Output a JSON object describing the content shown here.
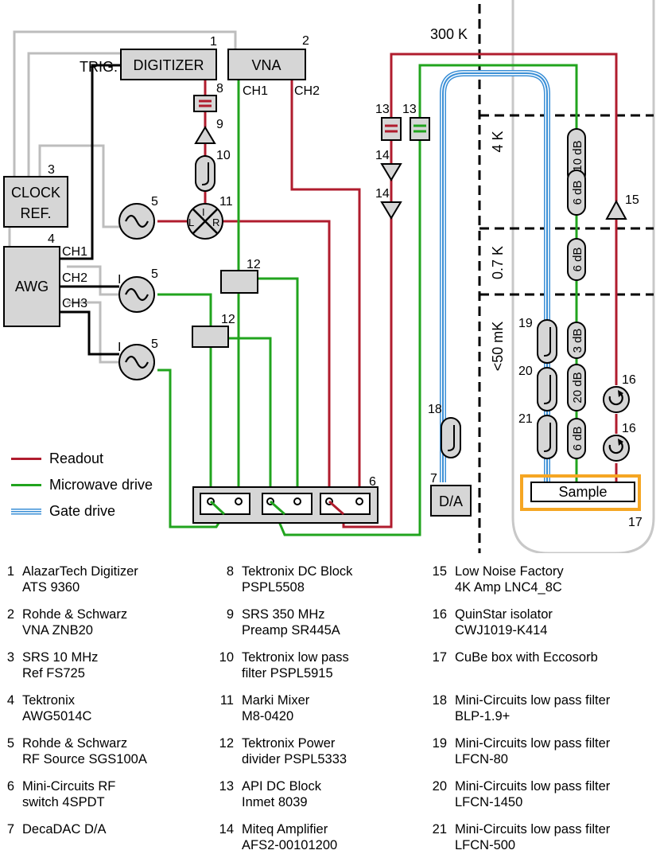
{
  "temperature_stages": [
    "300 K",
    "4 K",
    "0.7 K",
    "<50 mK"
  ],
  "instrument_labels": {
    "digitizer": "DIGITIZER",
    "vna": "VNA",
    "clock": "CLOCK\nREF.",
    "awg": "AWG",
    "dac": "D/A",
    "sample": "Sample"
  },
  "port_labels": {
    "trig": "TRIG.",
    "vna_ch1": "CH1",
    "vna_ch2": "CH2",
    "awg_ch1": "CH1",
    "awg_ch2": "CH2",
    "awg_ch3": "CH3",
    "iq_i": "I",
    "mixer_l": "L",
    "mixer_i": "I",
    "mixer_r": "R"
  },
  "attenuators": [
    "10 dB",
    "6 dB",
    "6 dB",
    "3 dB",
    "20 dB",
    "6 dB"
  ],
  "component_numbers": [
    "1",
    "2",
    "3",
    "4",
    "5",
    "5",
    "5",
    "6",
    "7",
    "8",
    "9",
    "10",
    "11",
    "12",
    "12",
    "13",
    "13",
    "14",
    "14",
    "15",
    "16",
    "16",
    "17",
    "18",
    "19",
    "20",
    "21"
  ],
  "legend": [
    {
      "label": "Readout",
      "color": "#b01c2e"
    },
    {
      "label": "Microwave drive",
      "color": "#21a41e"
    },
    {
      "label": "Gate drive",
      "color": "#3a8fd6"
    }
  ],
  "colors": {
    "readout": "#b01c2e",
    "microwave": "#21a41e",
    "gate": "#3a8fd6",
    "sample_box": "#f5a623",
    "component_fill": "#d6d6d6"
  },
  "parts_list": [
    {
      "num": "1",
      "text": "AlazarTech Digitizer\nATS 9360"
    },
    {
      "num": "2",
      "text": "Rohde & Schwarz\nVNA ZNB20"
    },
    {
      "num": "3",
      "text": "SRS 10 MHz\nRef FS725"
    },
    {
      "num": "4",
      "text": "Tektronix\nAWG5014C"
    },
    {
      "num": "5",
      "text": "Rohde & Schwarz\nRF Source SGS100A"
    },
    {
      "num": "6",
      "text": "Mini-Circuits RF\nswitch 4SPDT"
    },
    {
      "num": "7",
      "text": "DecaDAC D/A"
    },
    {
      "num": "8",
      "text": "Tektronix DC Block\nPSPL5508"
    },
    {
      "num": "9",
      "text": "SRS 350 MHz\nPreamp SR445A"
    },
    {
      "num": "10",
      "text": "Tektronix low pass\nfilter PSPL5915"
    },
    {
      "num": "11",
      "text": "Marki Mixer\nM8-0420"
    },
    {
      "num": "12",
      "text": "Tektronix Power\ndivider PSPL5333"
    },
    {
      "num": "13",
      "text": "API DC Block\nInmet 8039"
    },
    {
      "num": "14",
      "text": "Miteq Amplifier\nAFS2-00101200"
    },
    {
      "num": "15",
      "text": "Low Noise Factory\n4K Amp LNC4_8C"
    },
    {
      "num": "16",
      "text": "QuinStar isolator\nCWJ1019-K414"
    },
    {
      "num": "17",
      "text": "CuBe box with Eccosorb"
    },
    {
      "num": "18",
      "text": "Mini-Circuits low pass filter\nBLP-1.9+"
    },
    {
      "num": "19",
      "text": "Mini-Circuits low pass filter\nLFCN-80"
    },
    {
      "num": "20",
      "text": "Mini-Circuits low pass filter\nLFCN-1450"
    },
    {
      "num": "21",
      "text": "Mini-Circuits low pass filter\nLFCN-500"
    }
  ]
}
